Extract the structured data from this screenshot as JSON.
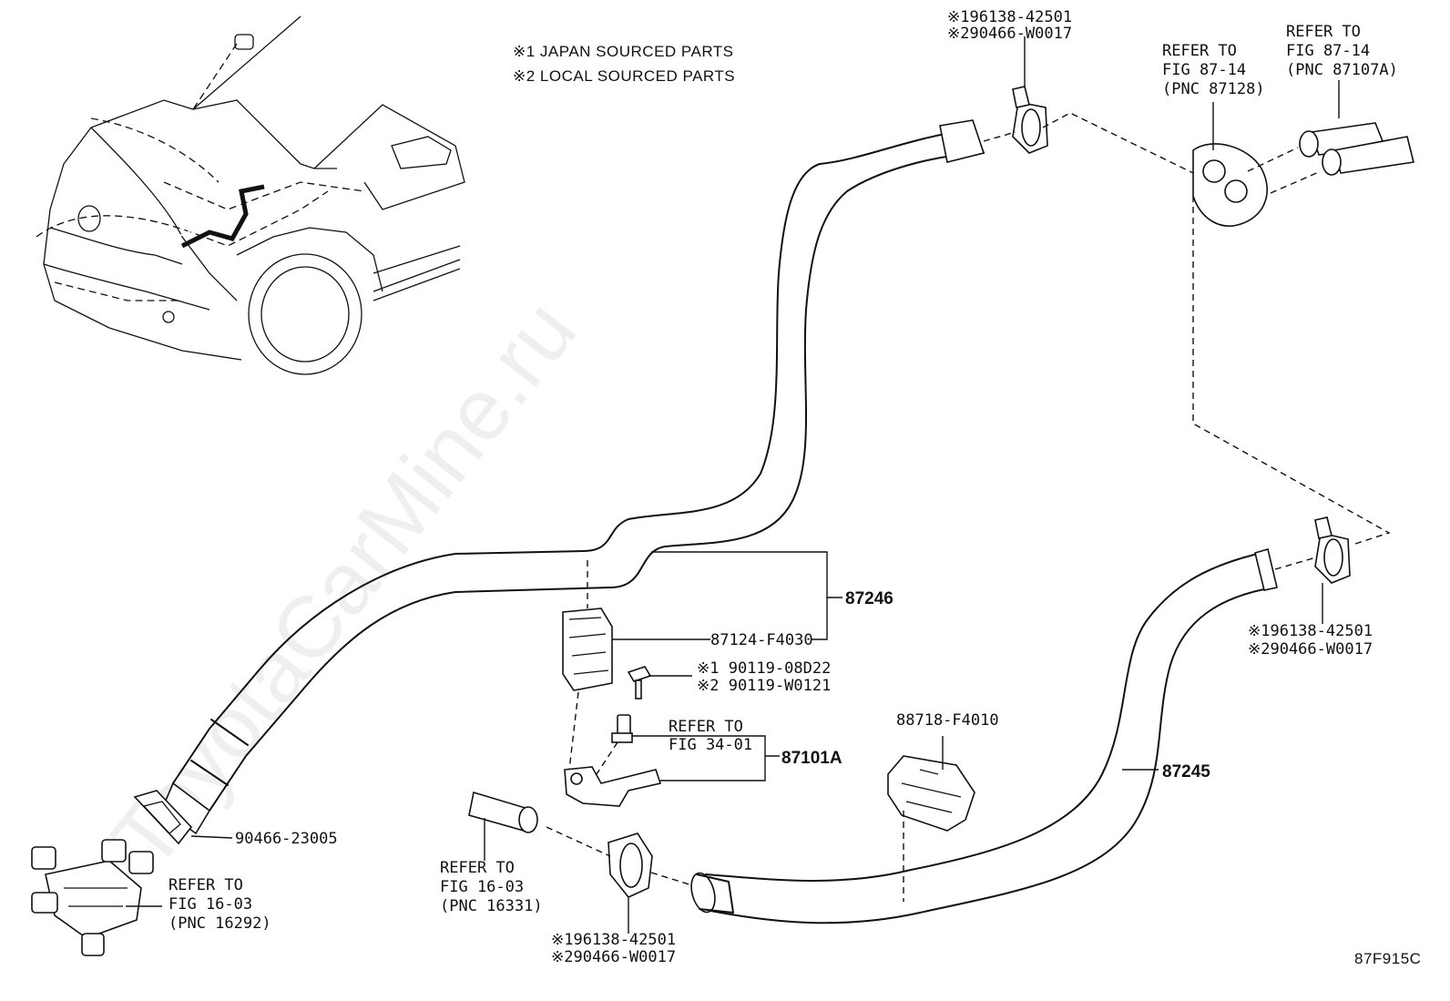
{
  "notes": {
    "japan": "※1 JAPAN SOURCED PARTS",
    "local": "※2 LOCAL SOURCED PARTS"
  },
  "watermark": "ToyotaCarMine.ru",
  "diagram_code": "87F915C",
  "clamp_top": {
    "line1": "※196138-42501",
    "line2": "※290466-W0017"
  },
  "clamp_right": {
    "line1": "※196138-42501",
    "line2": "※290466-W0017"
  },
  "clamp_bottom": {
    "line1": "※196138-42501",
    "line2": "※290466-W0017"
  },
  "ref_grommet": {
    "line1": "REFER TO",
    "line2": "FIG 87-14",
    "line3": "(PNC 87128)"
  },
  "ref_pipes": {
    "line1": "REFER TO",
    "line2": "FIG 87-14",
    "line3": "(PNC 87107A)"
  },
  "ref_pipe_end": {
    "line1": "REFER TO",
    "line2": "FIG 16-03",
    "line3": "(PNC 16331)"
  },
  "ref_valve": {
    "line1": "REFER TO",
    "line2": "FIG 16-03",
    "line3": "(PNC 16292)"
  },
  "ref_sensor": {
    "line1": "REFER TO",
    "line2": "FIG 34-01"
  },
  "parts": {
    "hose_upper": "87246",
    "hose_lower": "87245",
    "bracket": "87124-F4030",
    "bolt1": "※1 90119-08D22",
    "bolt2": "※2 90119-W0121",
    "valve_assy": "87101A",
    "clip": "88718-F4010",
    "band": "90466-23005"
  }
}
